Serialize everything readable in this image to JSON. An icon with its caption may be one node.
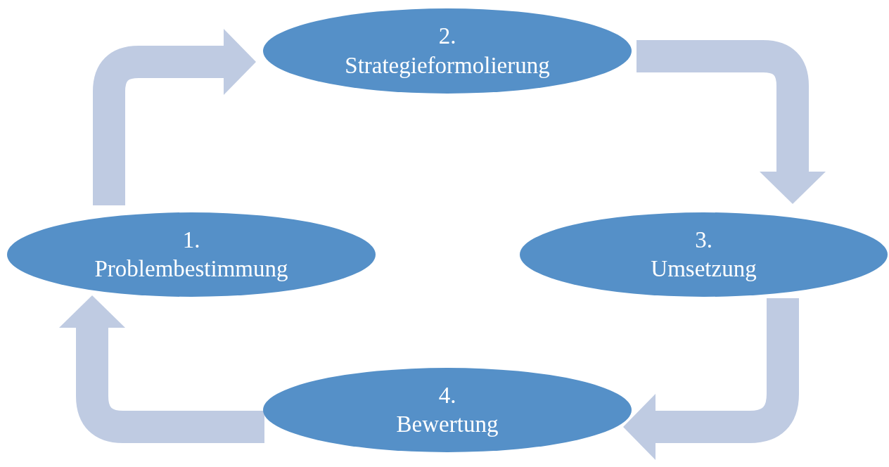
{
  "diagram": {
    "nodes": [
      {
        "text": [
          "1.",
          "Problembestimmung"
        ]
      },
      {
        "text": [
          "2.",
          "Strategieformolierung"
        ]
      },
      {
        "text": [
          "3.",
          "Umsetzung"
        ]
      },
      {
        "text": [
          "4.",
          "Bewertung"
        ]
      }
    ],
    "edges": [
      {
        "from": 0,
        "to": 1,
        "arrow": "to"
      },
      {
        "from": 1,
        "to": 2,
        "arrow": "to"
      },
      {
        "from": 2,
        "to": 3,
        "arrow": "to"
      },
      {
        "from": 3,
        "to": 0,
        "arrow": "to"
      }
    ]
  }
}
